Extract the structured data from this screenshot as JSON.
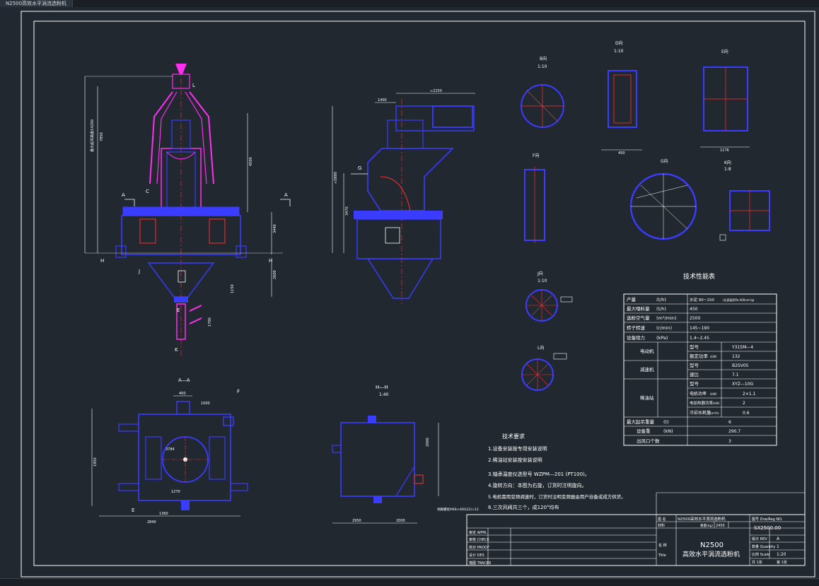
{
  "window": {
    "tab_title": "N2500高效水平涡流选粉机"
  },
  "views": {
    "a_section": "A—A",
    "h_section": "H—H",
    "h_scale": "1:40",
    "b_view": "B向",
    "b_scale": "1:10",
    "d_view": "D向",
    "d_scale": "1:10",
    "e_view": "E向",
    "f_view": "F向",
    "g_view": "G向",
    "k_view": "K向",
    "k_scale": "1:8",
    "j_view": "J向",
    "j_scale": "1:10",
    "l_view": "L向"
  },
  "labels": {
    "A": "A",
    "H": "H",
    "J": "J",
    "E": "E",
    "K": "K",
    "L": "L",
    "G": "G",
    "F": "F",
    "C": "C"
  },
  "perf_table": {
    "title": "技术性能表",
    "rows": [
      {
        "label": "产量",
        "unit": "(t/h)",
        "value": "水泥 90~150",
        "note": "(比表面积Pa-400cm²/g)"
      },
      {
        "label": "最大喂料量",
        "unit": "(t/h)",
        "value": "450",
        "note": ""
      },
      {
        "label": "选粉空气量",
        "unit": "(m³/min)",
        "value": "2500",
        "note": ""
      },
      {
        "label": "转子转速",
        "unit": "(r/min)",
        "value": "145~190",
        "note": ""
      },
      {
        "label": "设备阻力",
        "unit": "(kPa)",
        "value": "1.4~2.45",
        "note": ""
      }
    ],
    "motor": {
      "group": "电动机",
      "rows": [
        {
          "k": "型号",
          "v": "Y315M—4"
        },
        {
          "k": "额定功率",
          "u": "(kW)",
          "v": "132"
        }
      ]
    },
    "reducer": {
      "group": "减速机",
      "rows": [
        {
          "k": "型号",
          "v": "B2SV05"
        },
        {
          "k": "速比",
          "v": "7.1"
        }
      ]
    },
    "oil": {
      "group": "稀油站",
      "rows": [
        {
          "k": "型号",
          "v": "XYZ—10G"
        },
        {
          "k": "电机功率",
          "u": "(kW)",
          "v": "2×1.1"
        },
        {
          "k": "电加热器功率",
          "u": "(kW)",
          "v": "2"
        },
        {
          "k": "冷却水耗量",
          "u": "(m³/h)",
          "v": "0.6"
        }
      ]
    },
    "tail_rows": [
      {
        "label": "最大起吊重量",
        "unit": "(t)",
        "value": "6"
      },
      {
        "label": "设备重",
        "unit": "(kN)",
        "value": "290.7"
      },
      {
        "label": "出风口个数",
        "unit": "",
        "value": "3"
      }
    ]
  },
  "tech_req": {
    "title": "技术要求",
    "items": [
      "1.设备安装按专用安装说明",
      "2.稀油站安装按安装说明",
      "3.轴承温度仪选型号 WZPM—201 (PT100)。",
      "4.旋转方向：本图为右旋，订货时注明旋向。",
      "5.电机需用变频调速时，订货时注明变频器由用户自备或成方供货。",
      "6.三次风阀共三个，成120°均布"
    ]
  },
  "title_block": {
    "drawing_name_label": "图 名",
    "drawing_name": "N2500高效水平涡流选粉机",
    "material_label": "材料",
    "weight_label": "重量(kg)",
    "weight_value": "2450",
    "dwg_no_label": "图号 Drw/Reg NO.",
    "dwg_no": "SX2500.00",
    "product_big": "N2500",
    "product_sub": "高效水平涡流选粉机",
    "name_label": "名 称",
    "title_label": "Title",
    "rev_label": "版次 REV",
    "rev_value": "A",
    "qty_label": "数量 Quantity",
    "qty_value": "1",
    "scale_label": "比例 Scale",
    "scale_value": "1:20",
    "sheet_total": "共 1张",
    "sheet_no": "第 1张",
    "rows": [
      "审定 APPR.",
      "审核 CHECK",
      "校对 PROOF",
      "设计 DES",
      "描图 TRACER"
    ]
  }
}
